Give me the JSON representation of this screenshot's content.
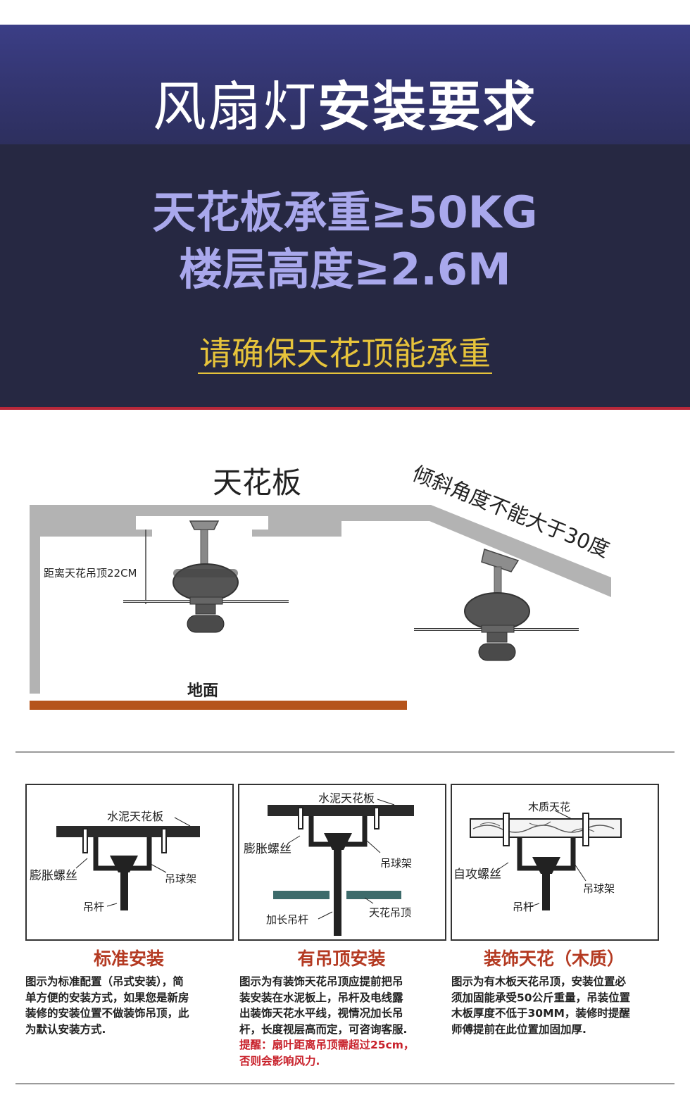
{
  "header": {
    "title_thin": "风扇灯",
    "title_bold": "安装要求",
    "line1": "天花板承重≥50KG",
    "line2": "楼层高度≥2.6M",
    "notice": "请确保天花顶能承重"
  },
  "diagram": {
    "ceiling_label": "天花板",
    "slope_label": "倾斜角度不能大于30度",
    "distance_label": "距离天花吊顶22CM",
    "floor_label": "地面"
  },
  "panels": [
    {
      "labels": {
        "slab": "水泥天花板",
        "screw": "膨胀螺丝",
        "bracket": "吊球架",
        "rod": "吊杆"
      },
      "title": "标准安装",
      "desc_lines": [
        "图示为标准配置（吊式安装），简",
        "单方便的安装方式，如果您是新房",
        "装修的安装位置不做装饰吊顶，此",
        "为默认安装方式."
      ]
    },
    {
      "labels": {
        "slab": "水泥天花板",
        "screw": "膨胀螺丝",
        "bracket": "吊球架",
        "ext_rod": "加长吊杆",
        "ceiling": "天花吊顶"
      },
      "title": "有吊顶安装",
      "desc_lines": [
        "图示为有装饰天花吊顶应提前把吊",
        "装安装在水泥板上，吊杆及电线露",
        "出装饰天花水平线，视情况加长吊",
        "杆，长度视层高而定，可咨询客服."
      ],
      "warn_lines": [
        "提醒：扇叶距离吊顶需超过25cm，",
        "否则会影响风力."
      ]
    },
    {
      "labels": {
        "slab": "木质天花",
        "screw": "自攻螺丝",
        "bracket": "吊球架",
        "rod": "吊杆"
      },
      "title": "装饰天花（木质）",
      "desc_lines": [
        "图示为有木板天花吊顶，安装位置必",
        "须加固能承受50公斤重量，吊装位置",
        "木板厚度不低于30MM，装修时提醒",
        "师傅提前在此位置加固加厚."
      ]
    }
  ],
  "colors": {
    "header_top": "#3b3e86",
    "header_body": "#262842",
    "accent_red": "#b8283a",
    "purple_text": "#a9a8ec",
    "yellow_text": "#e6c33b",
    "title_red": "#b43a22",
    "floor": "#b5541b"
  }
}
